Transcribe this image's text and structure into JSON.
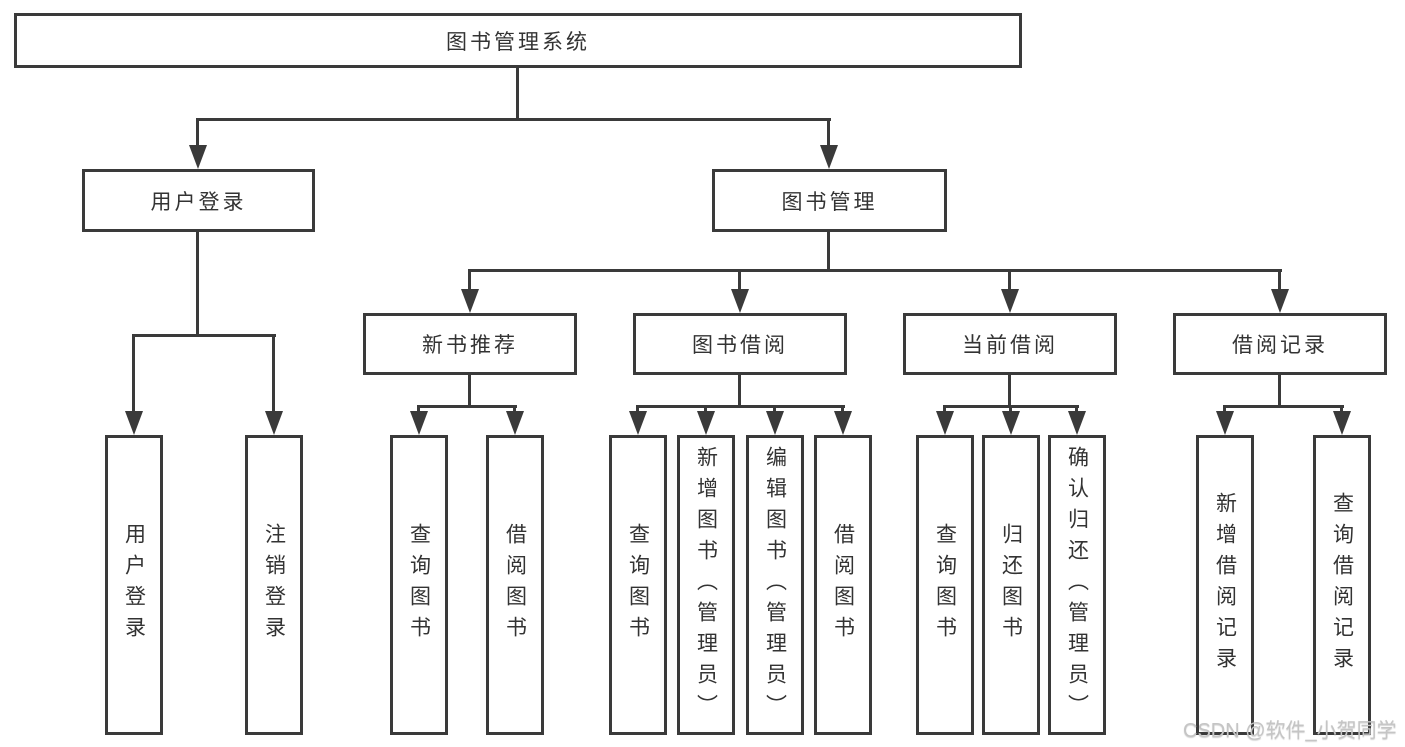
{
  "tree": {
    "root": {
      "label": "图书管理系统"
    },
    "branches": [
      {
        "label": "用户登录",
        "children": [
          {
            "label": "用户登录"
          },
          {
            "label": "注销登录"
          }
        ]
      },
      {
        "label": "图书管理",
        "children": [
          {
            "label": "新书推荐",
            "children": [
              {
                "label": "查询图书"
              },
              {
                "label": "借阅图书"
              }
            ]
          },
          {
            "label": "图书借阅",
            "children": [
              {
                "label": "查询图书"
              },
              {
                "label": "新增图书（管理员）"
              },
              {
                "label": "编辑图书（管理员）"
              },
              {
                "label": "借阅图书"
              }
            ]
          },
          {
            "label": "当前借阅",
            "children": [
              {
                "label": "查询图书"
              },
              {
                "label": "归还图书"
              },
              {
                "label": "确认归还（管理员）"
              }
            ]
          },
          {
            "label": "借阅记录",
            "children": [
              {
                "label": "新增借阅记录"
              },
              {
                "label": "查询借阅记录"
              }
            ]
          }
        ]
      }
    ]
  },
  "watermark": {
    "text": "CSDN @软件_小贺同学"
  },
  "colors": {
    "line": "#3a3a3a",
    "text": "#333333",
    "background": "#ffffff",
    "watermark": "#c5c5c5"
  }
}
